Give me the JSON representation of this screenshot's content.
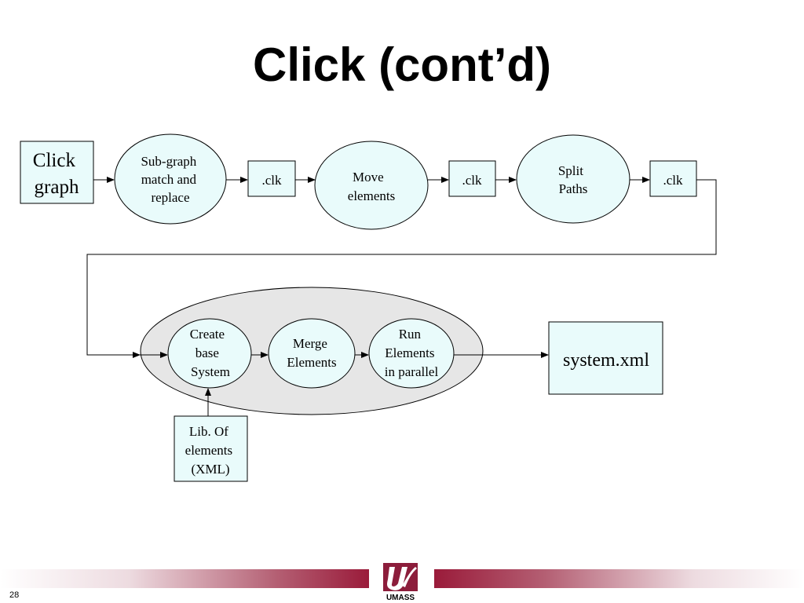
{
  "slide": {
    "title": "Click (cont’d)",
    "page_number": "28"
  },
  "diagram": {
    "click_graph": [
      "Click",
      "graph"
    ],
    "sub_graph": [
      "Sub-graph",
      "match and",
      "replace"
    ],
    "clk_label": ".clk",
    "move_elements": [
      "Move",
      "elements"
    ],
    "split_paths": [
      "Split",
      "Paths"
    ],
    "create_base": [
      "Create",
      "base",
      "System"
    ],
    "merge_elements": [
      "Merge",
      "Elements"
    ],
    "run_elements": [
      "Run",
      "Elements",
      "in parallel"
    ],
    "lib_elements": [
      "Lib. Of",
      "elements",
      "(XML)"
    ],
    "system_xml": "system.xml"
  },
  "logo": {
    "text": "UMASS"
  },
  "colors": {
    "node_fill": "#e9fbfb",
    "group_fill": "#e6e6e6",
    "brand_maroon": "#9a1b3a"
  }
}
